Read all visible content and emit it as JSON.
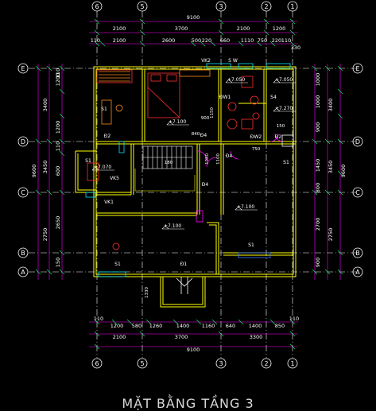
{
  "drawing": {
    "title": "MẶT BẰNG TẦNG 3",
    "colors": {
      "wall": "#ffff00",
      "dim": "#ff00ff",
      "grid": "#ffffff",
      "label": "#ffffff",
      "cyan": "#00e5ff",
      "red": "#ff3030",
      "orange": "#ff8c1a",
      "green": "#00ff66",
      "blue": "#3d7bff"
    },
    "axes_vertical": [
      "6",
      "5",
      "3",
      "2",
      "1"
    ],
    "axes_horizontal": [
      "E",
      "D",
      "C",
      "B",
      "A"
    ],
    "top_total": "9100",
    "top_row1": [
      "2100",
      "3700",
      "2100",
      "1200"
    ],
    "top_row2": [
      "110",
      "2100",
      "2600",
      "500",
      "220",
      "660",
      "1110",
      "750",
      "220",
      "110",
      "330"
    ],
    "bottom_row1": [
      "110",
      "1200",
      "580",
      "1260",
      "1400",
      "1160",
      "640",
      "1400",
      "850",
      "110"
    ],
    "bottom_row2": [
      "2100",
      "3700",
      "3300"
    ],
    "bottom_total": "9100",
    "left_total": "9600",
    "left_col1": [
      "3400",
      "3450",
      "2750"
    ],
    "left_col2": [
      "110",
      "1200",
      "1200",
      "110",
      "600",
      "2650",
      "150"
    ],
    "right_total": "9600",
    "right_col1": [
      "3400",
      "3450",
      "2750"
    ],
    "right_col2": [
      "1000",
      "1000",
      "900",
      "1450",
      "800",
      "2700",
      "900"
    ],
    "room_labels": [
      "VK2",
      "S W",
      "ĐW1",
      "S4",
      "S1",
      "Đ2",
      "Đ4",
      "ĐW2",
      "Đ2",
      "S1",
      "S1",
      "VK5",
      "VK1",
      "Đ4",
      "Đ4",
      "S1",
      "Đ1",
      "S1"
    ],
    "levels": [
      "+7.050",
      "+7.050",
      "+7.270",
      "+7.100",
      "+7.070",
      "+7.100",
      "+7.100"
    ],
    "misc_dims": [
      "900",
      "1330",
      "840",
      "750",
      "150",
      "180",
      "1080",
      "1100",
      "1150"
    ]
  }
}
